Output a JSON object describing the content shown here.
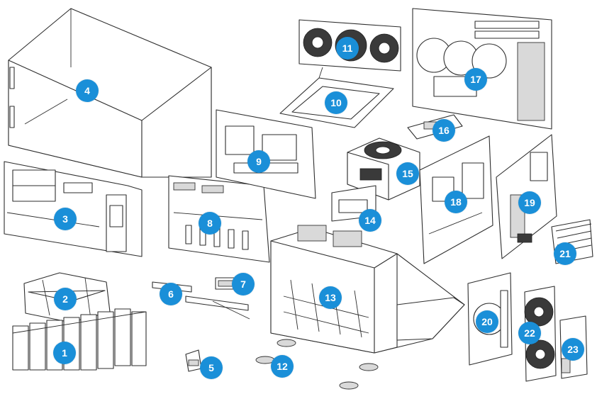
{
  "accent_color": "#1a8fd8",
  "callouts": [
    "1",
    "2",
    "3",
    "4",
    "5",
    "6",
    "7",
    "8",
    "9",
    "10",
    "11",
    "12",
    "13",
    "14",
    "15",
    "16",
    "17",
    "18",
    "19",
    "20",
    "21",
    "22",
    "23"
  ]
}
